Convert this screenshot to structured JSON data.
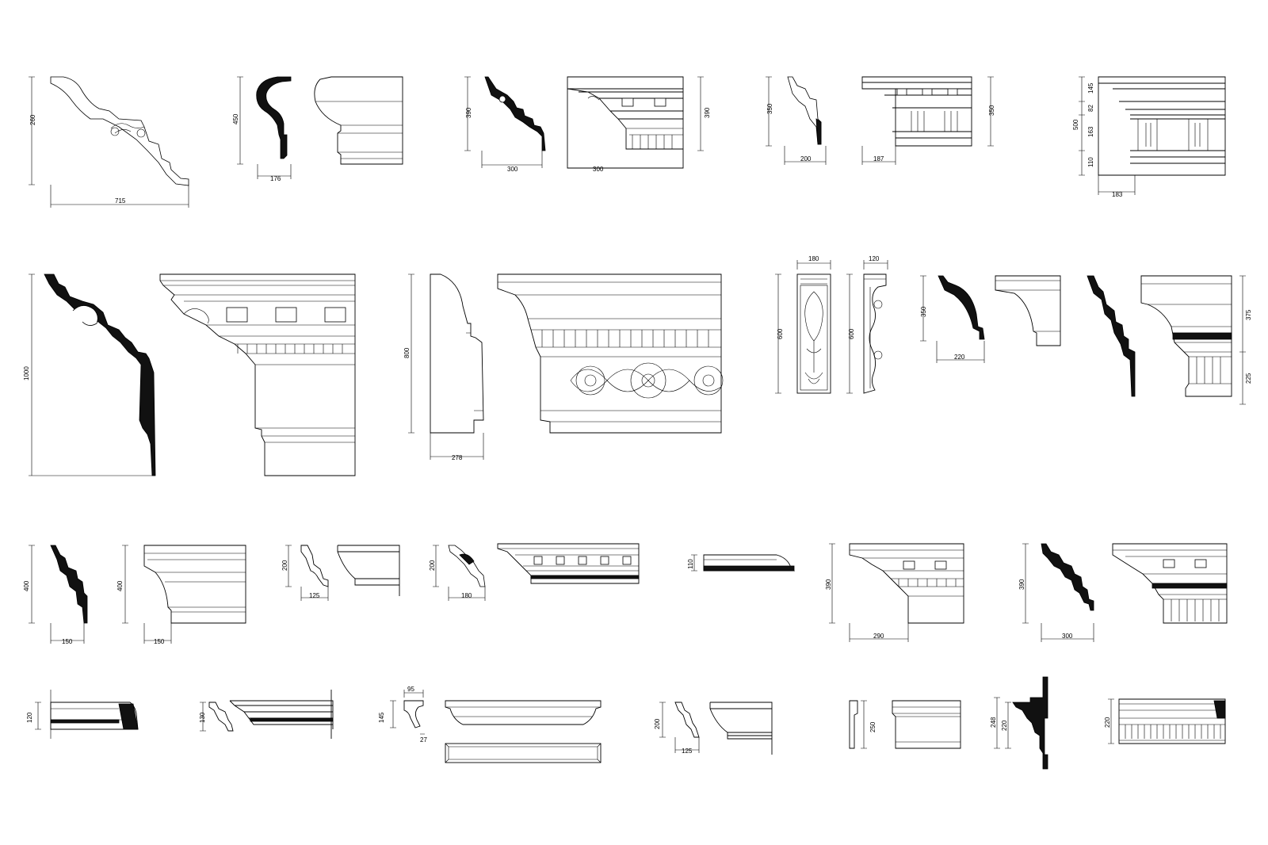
{
  "sheet": {
    "background": "#ffffff",
    "ink": "#000000"
  },
  "labels": {
    "r1": [
      "715",
      "260",
      "450",
      "176",
      "390",
      "300",
      "300",
      "390",
      "350",
      "200",
      "187",
      "350",
      "500",
      "145",
      "82",
      "163",
      "110",
      "183"
    ],
    "r2": [
      "1000",
      "800",
      "278",
      "180",
      "120",
      "600",
      "600",
      "350",
      "220",
      "375",
      "225"
    ],
    "r3": [
      "400",
      "150",
      "400",
      "150",
      "200",
      "125",
      "200",
      "180",
      "110",
      "390",
      "290",
      "390",
      "300"
    ],
    "r4": [
      "120",
      "130",
      "95",
      "145",
      "27",
      "200",
      "125",
      "250",
      "248",
      "220",
      "220"
    ]
  }
}
